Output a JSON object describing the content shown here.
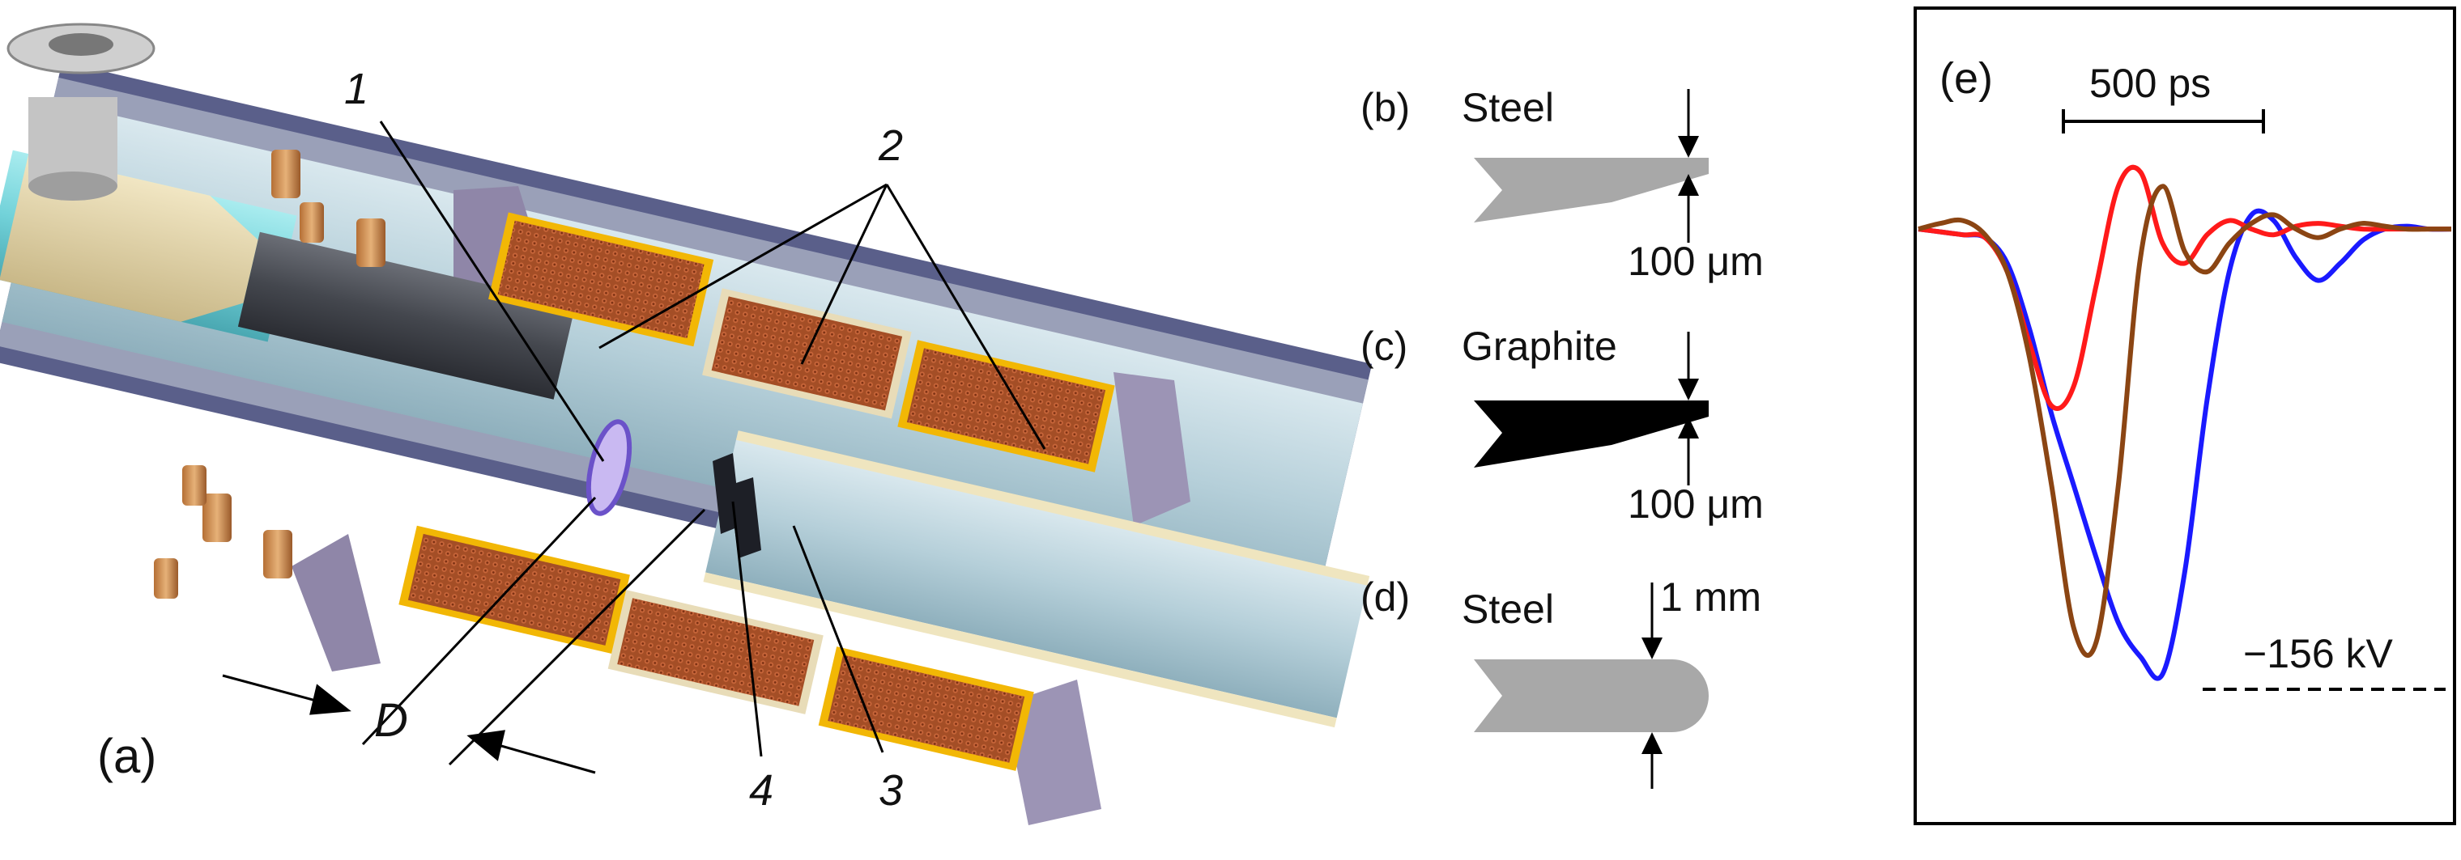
{
  "panel_a": {
    "label": "(a)",
    "callouts": [
      "1",
      "2",
      "3",
      "4"
    ],
    "dimension": "D"
  },
  "panel_b": {
    "label": "(b)",
    "material": "Steel",
    "thickness": "100 μm"
  },
  "panel_c": {
    "label": "(c)",
    "material": "Graphite",
    "thickness": "100 μm"
  },
  "panel_d": {
    "label": "(d)",
    "material": "Steel",
    "thickness": "1 mm"
  },
  "panel_e": {
    "label": "(e)",
    "scale_bar": "500 ps",
    "peak_label": "−156 kV"
  },
  "chart_data": {
    "type": "line",
    "title": "",
    "xlabel": "",
    "ylabel": "",
    "x_unit": "ps",
    "y_unit": "kV",
    "xlim": [
      -700,
      1700
    ],
    "ylim": [
      -175,
      25
    ],
    "grid": false,
    "legend": "none",
    "series": [
      {
        "color": "#1a1aff",
        "x": [
          -700,
          -600,
          -500,
          -400,
          -300,
          -200,
          -100,
          0,
          100,
          200,
          300,
          400,
          500,
          600,
          700,
          800,
          900,
          1000,
          1100,
          1200,
          1300,
          1400,
          1500,
          1600,
          1700
        ],
        "y": [
          0,
          -1,
          -2,
          -3,
          -12,
          -35,
          -65,
          -90,
          -115,
          -138,
          -150,
          -156,
          -120,
          -60,
          -15,
          5,
          3,
          -10,
          -18,
          -12,
          -4,
          0,
          1,
          0,
          0
        ]
      },
      {
        "color": "#ff1a1a",
        "x": [
          -700,
          -600,
          -500,
          -400,
          -300,
          -200,
          -100,
          0,
          100,
          200,
          300,
          400,
          500,
          600,
          700,
          800,
          900,
          1000,
          1100,
          1200,
          1300,
          1400,
          1500,
          1600,
          1700
        ],
        "y": [
          0,
          -1,
          -2,
          -3,
          -15,
          -40,
          -62,
          -55,
          -20,
          15,
          20,
          -5,
          -12,
          -2,
          3,
          0,
          -2,
          1,
          2,
          1,
          0,
          0,
          0,
          0,
          0
        ]
      },
      {
        "color": "#8b4513",
        "x": [
          -700,
          -600,
          -500,
          -400,
          -300,
          -200,
          -100,
          0,
          100,
          200,
          300,
          400,
          500,
          600,
          700,
          800,
          900,
          1000,
          1100,
          1200,
          1300,
          1400,
          1500,
          1600,
          1700
        ],
        "y": [
          0,
          2,
          3,
          -2,
          -15,
          -45,
          -90,
          -140,
          -145,
          -90,
          -10,
          15,
          -8,
          -15,
          -5,
          2,
          5,
          0,
          -3,
          0,
          2,
          1,
          0,
          0,
          0
        ]
      }
    ]
  },
  "colors": {
    "copper_coil": "#a0522d",
    "insulator_gold": "#f2b705",
    "flange_purple": "#a59bb8",
    "tube_light": "#b9d3dc",
    "cyan_rod": "#7fd8e0",
    "dark_cylinder": "#4a4d55",
    "steel_gray": "#a8a8a8",
    "graphite_black": "#000000"
  }
}
